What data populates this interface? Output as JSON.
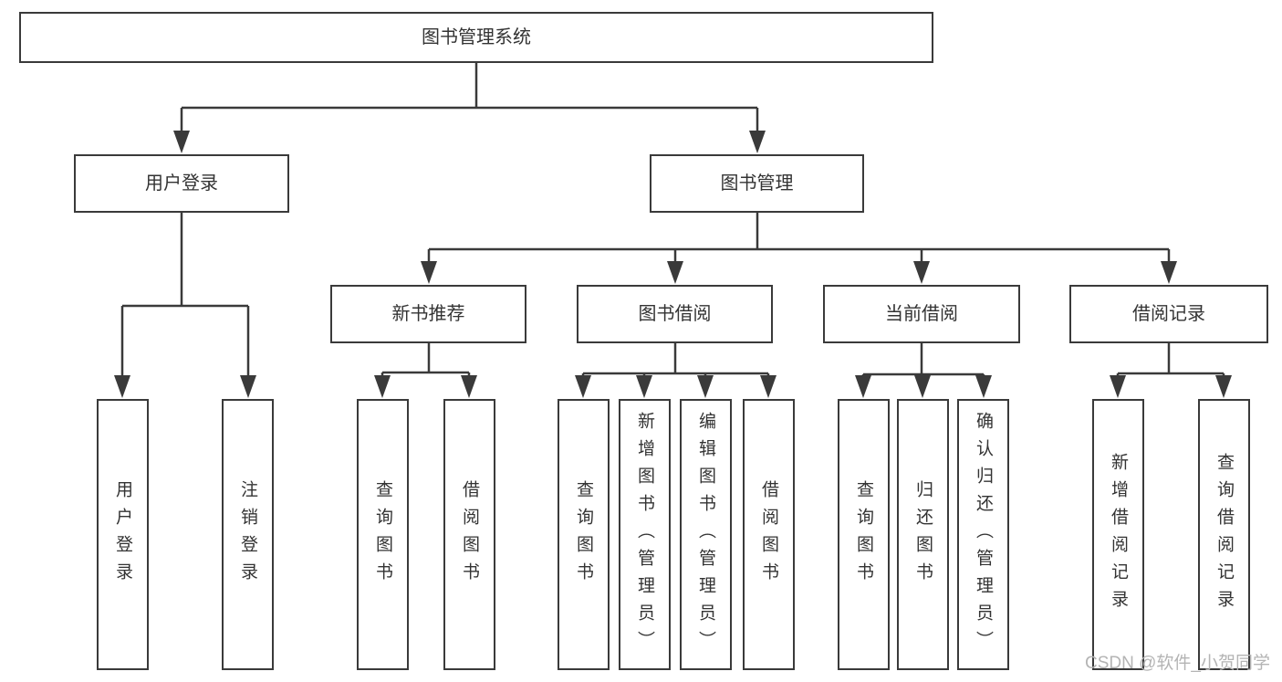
{
  "colors": {
    "line": "#3a3a3a",
    "text": "#333333",
    "watermark": "#b4b4b4",
    "background": "#ffffff"
  },
  "nodes": {
    "root": "图书管理系统",
    "user_login_branch": "用户登录",
    "book_management_branch": "图书管理",
    "new_book_recommend": "新书推荐",
    "book_borrowing": "图书借阅",
    "current_borrowing": "当前借阅",
    "borrowing_records": "借阅记录",
    "login": "用户登录",
    "logout": "注销登录",
    "nbr_query_book": "查询图书",
    "nbr_borrow_book": "借阅图书",
    "bb_query_book": "查询图书",
    "bb_add_book_admin": "新增图书（管理员）",
    "bb_edit_book_admin": "编辑图书（管理员）",
    "bb_borrow_book": "借阅图书",
    "cb_query_book": "查询图书",
    "cb_return_book": "归还图书",
    "cb_confirm_return_admin": "确认归还（管理员）",
    "br_add_record": "新增借阅记录",
    "br_query_record": "查询借阅记录"
  },
  "watermark": {
    "text": "CSDN @软件_小贺同学"
  }
}
